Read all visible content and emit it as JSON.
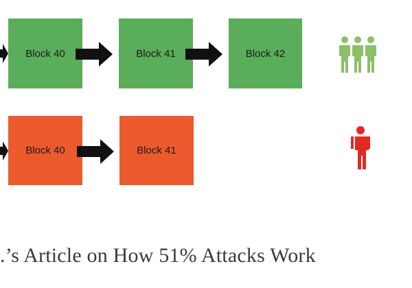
{
  "chain_top": {
    "blocks": [
      {
        "label": "Block 40"
      },
      {
        "label": "Block 41"
      },
      {
        "label": "Block 42"
      }
    ],
    "color": "#5aad5a",
    "crowd_icon": "group-of-people-icon",
    "crowd_color": "#8cc068"
  },
  "chain_bottom": {
    "blocks": [
      {
        "label": "Block 40"
      },
      {
        "label": "Block 41"
      }
    ],
    "color": "#ec5a2e",
    "person_icon": "single-person-icon",
    "person_color": "#e22a22"
  },
  "caption": {
    "text": ".’s Article on How 51% Attacks Work"
  }
}
